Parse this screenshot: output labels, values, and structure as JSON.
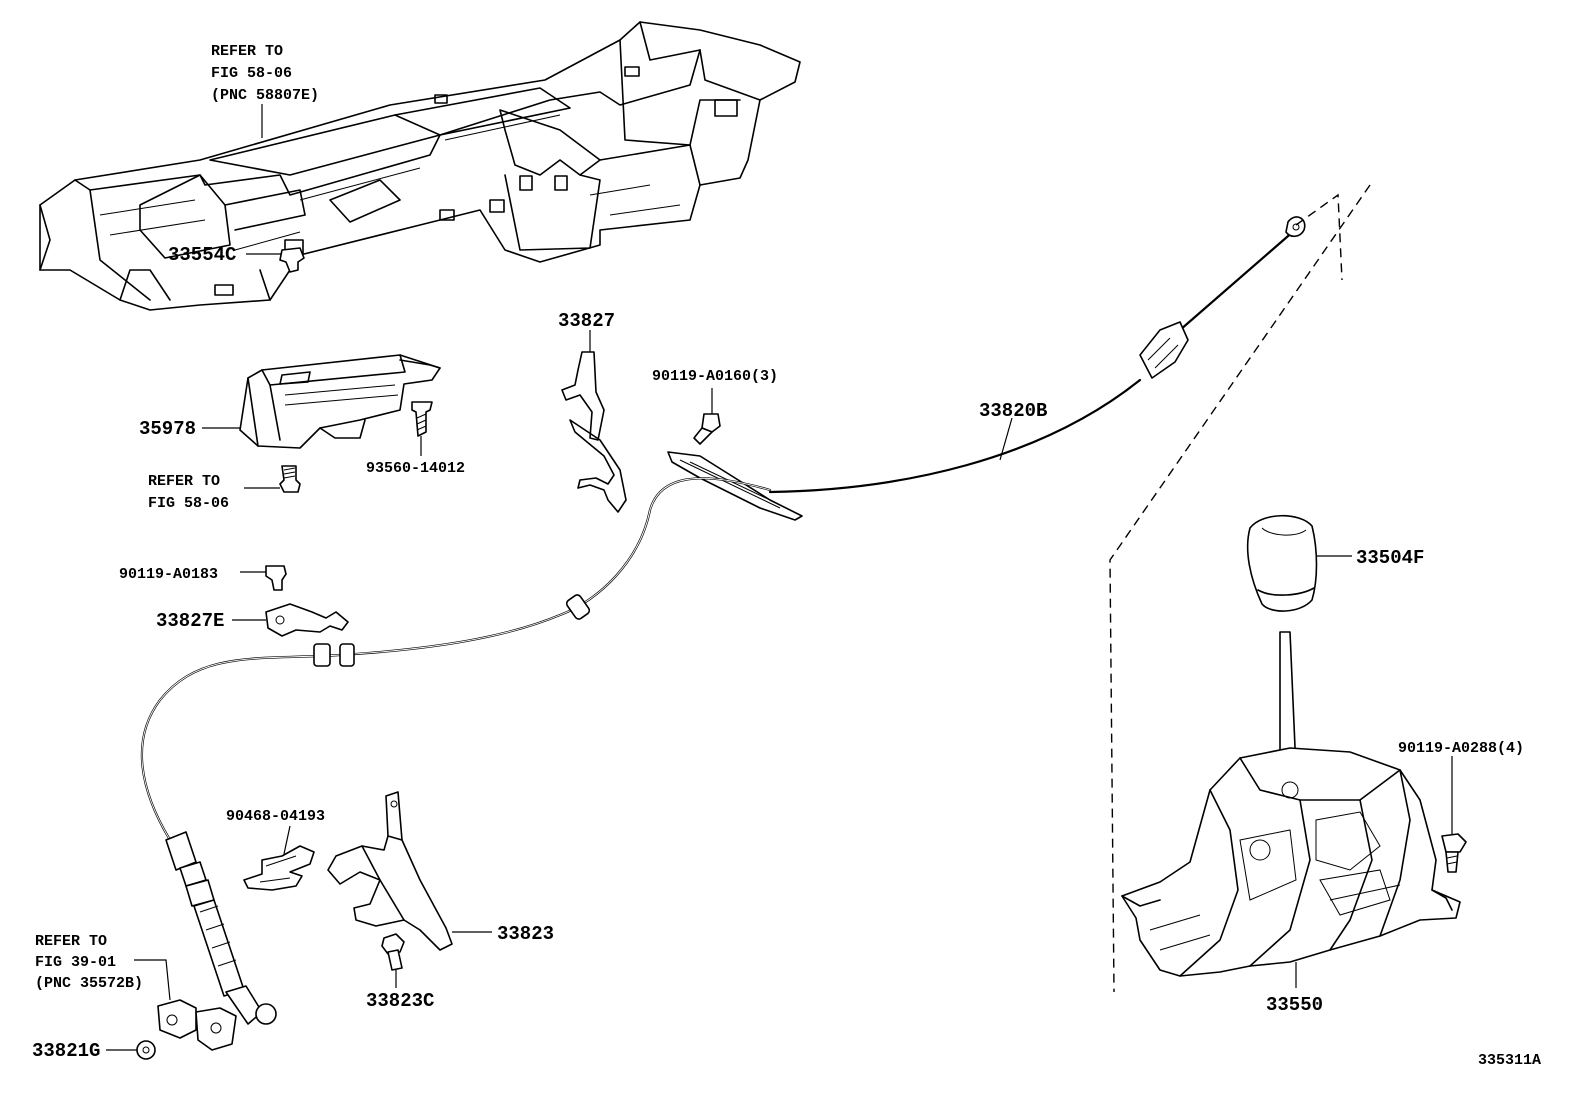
{
  "labels": {
    "console_ref_line1": "REFER TO",
    "console_ref_line2": "FIG 58-06",
    "console_ref_line3": "(PNC 58807E)",
    "p33554c": "33554C",
    "p35978": "35978",
    "p93560": "93560-14012",
    "fig5806_line1": "REFER TO",
    "fig5806_line2": "FIG 58-06",
    "p33827": "33827",
    "p90119_a0160": "90119-A0160(3)",
    "p33820b": "33820B",
    "p33504f": "33504F",
    "p90119_a0183": "90119-A0183",
    "p33827e": "33827E",
    "p90119_a0288": "90119-A0288(4)",
    "p90468": "90468-04193",
    "p33823": "33823",
    "p33823c": "33823C",
    "p33550": "33550",
    "fig3901_line1": "REFER TO",
    "fig3901_line2": "FIG 39-01",
    "fig3901_line3": "(PNC 35572B)",
    "p33821g": "33821G",
    "figure_id": "335311A"
  }
}
